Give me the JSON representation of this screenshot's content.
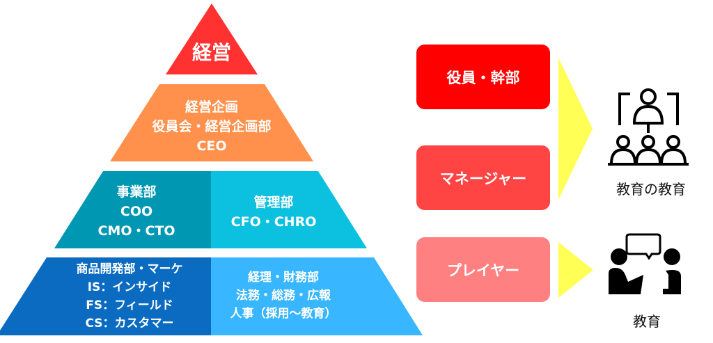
{
  "pyramid": {
    "tier1": {
      "label": "経営",
      "color": "#ff3131"
    },
    "tier2": {
      "lines": [
        "経営企画",
        "役員会・経営企画部",
        "CEO"
      ],
      "color": "#ff914d"
    },
    "tier3": {
      "left": {
        "lines": [
          "事業部",
          "COO",
          "CMO・CTO"
        ],
        "color": "#0097b2"
      },
      "right": {
        "lines": [
          "管理部",
          "CFO・CHRO"
        ],
        "color": "#0cc0df"
      }
    },
    "tier4": {
      "left": {
        "lines": [
          "商品開発部・マーケ",
          "IS：インサイド",
          "FS：フィールド",
          "CS：カスタマー"
        ],
        "color": "#0a6bc0"
      },
      "right": {
        "lines": [
          "経理・財務部",
          "法務・総務・広報",
          "人事（採用〜教育）"
        ],
        "color": "#38b6ff"
      }
    }
  },
  "roles": [
    {
      "label": "役員・幹部",
      "color": "#ff0000"
    },
    {
      "label": "マネージャー",
      "color": "#ff4444"
    },
    {
      "label": "プレイヤー",
      "color": "#ff8080"
    }
  ],
  "arrow_color": "#ffff55",
  "outcomes": [
    {
      "label": "教育の教育",
      "icon": "group-teaching-icon"
    },
    {
      "label": "教育",
      "icon": "conversation-icon"
    }
  ]
}
